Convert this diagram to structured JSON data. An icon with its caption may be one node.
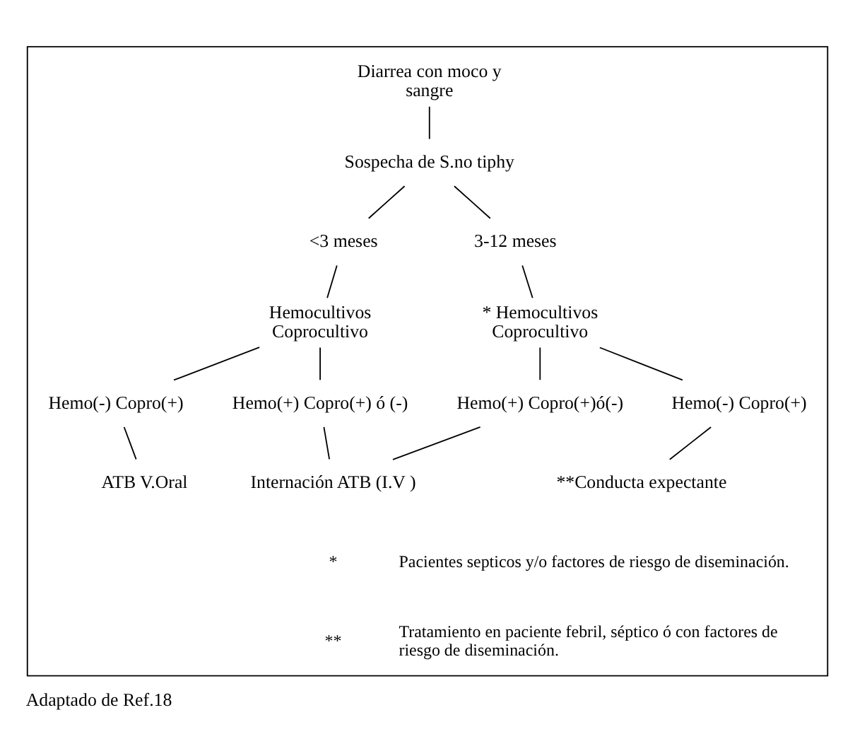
{
  "diagram": {
    "caption": "Adaptado de Ref.18",
    "nodes": [
      {
        "text": [],
        "shape": "box"
      },
      {
        "text": [
          "Diarrea con moco y sangre"
        ],
        "in": 0
      },
      {
        "text": [
          "Sospecha de S.no tiphy"
        ],
        "in": 0
      },
      {
        "text": [
          "<3 meses"
        ],
        "in": 0
      },
      {
        "text": [
          "3-12 meses"
        ],
        "in": 0
      },
      {
        "text": [
          "Hemocultivos Coprocultivo"
        ],
        "in": 0
      },
      {
        "text": [
          "* Hemocultivos Coprocultivo"
        ],
        "in": 0
      },
      {
        "text": [
          "Hemo(-) Copro(+)"
        ],
        "in": 0
      },
      {
        "text": [
          "Hemo(+) Copro(+) ó (-)"
        ],
        "in": 0
      },
      {
        "text": [
          "Hemo(+) Copro(+)ó(-)"
        ],
        "in": 0
      },
      {
        "text": [
          "Hemo(-) Copro(+)"
        ],
        "in": 0
      },
      {
        "text": [
          "ATB V.Oral"
        ],
        "in": 0
      },
      {
        "text": [
          "Internación ATB (I.V )"
        ],
        "in": 0
      },
      {
        "text": [
          "**Conducta expectante"
        ],
        "in": 0
      }
    ],
    "edges": [
      {
        "from": 1,
        "to": 2,
        "arrow": "none"
      },
      {
        "from": 2,
        "to": 3,
        "arrow": "none"
      },
      {
        "from": 2,
        "to": 4,
        "arrow": "none"
      },
      {
        "from": 3,
        "to": 5,
        "arrow": "none"
      },
      {
        "from": 4,
        "to": 6,
        "arrow": "none"
      },
      {
        "from": 5,
        "to": 7,
        "arrow": "none"
      },
      {
        "from": 5,
        "to": 8,
        "arrow": "none"
      },
      {
        "from": 6,
        "to": 9,
        "arrow": "none"
      },
      {
        "from": 6,
        "to": 10,
        "arrow": "none"
      },
      {
        "from": 7,
        "to": 11,
        "arrow": "none"
      },
      {
        "from": 8,
        "to": 12,
        "arrow": "none"
      },
      {
        "from": 9,
        "to": 12,
        "arrow": "none"
      },
      {
        "from": 10,
        "to": 13,
        "arrow": "none"
      }
    ],
    "labels": [
      "*",
      "Pacientes septicos y/o factores de riesgo de diseminación.",
      "**",
      "Tratamiento en paciente febril, séptico ó con factores de riesgo de diseminación."
    ]
  }
}
